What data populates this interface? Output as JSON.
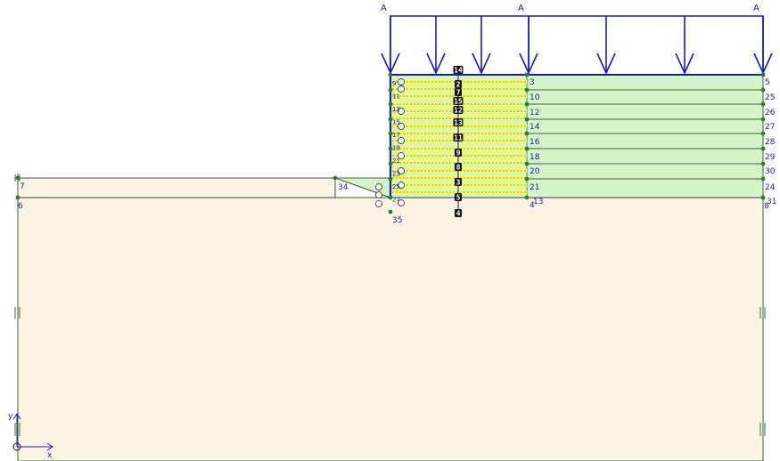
{
  "load_labels": [
    "A",
    "A",
    "A"
  ],
  "nodes": {
    "left_top": "7",
    "left_bottom": "6",
    "slope": "34",
    "bottom_center": "35",
    "right_bottom": "8",
    "mid_lower": "4",
    "mid_lower_b": "13",
    "right_lower": "31",
    "middle_column": [
      "3",
      "10",
      "12",
      "14",
      "16",
      "18",
      "20",
      "21"
    ],
    "right_column": [
      "5",
      "25",
      "26",
      "27",
      "28",
      "29",
      "30",
      "24"
    ],
    "wall_column": [
      "9",
      "11",
      "13",
      "15",
      "17",
      "19",
      "21",
      "23",
      "25",
      "27"
    ]
  },
  "anchors": [
    "14",
    "2",
    "7",
    "15",
    "12",
    "13",
    "11",
    "9",
    "8",
    "3",
    "5",
    "4"
  ],
  "axes": {
    "y": "y",
    "x": "x"
  },
  "colors": {
    "soil": "#fdf4e6",
    "fill": "#d5f5c8",
    "geogrid": "#ffff40",
    "load": "#1a1ac8",
    "node": "#2e7d2e"
  }
}
